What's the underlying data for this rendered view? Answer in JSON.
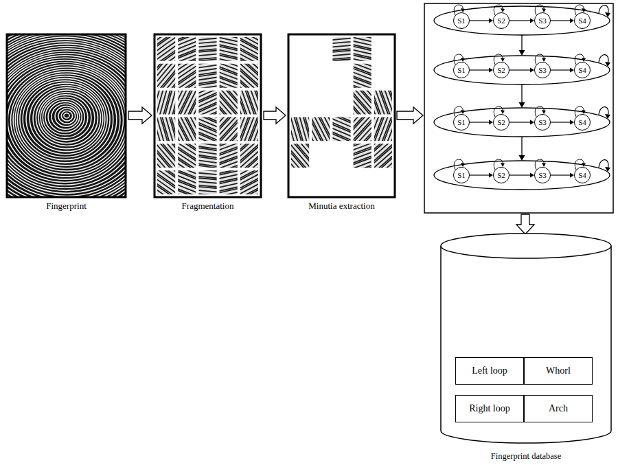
{
  "diagram": {
    "nodes": [
      {
        "text": [
          "Fingerprint"
        ]
      },
      {
        "text": [
          "Fragmentation"
        ]
      },
      {
        "text": [
          "Minutia extraction"
        ]
      },
      {
        "text": [
          "S1"
        ]
      },
      {
        "text": [
          "S2"
        ]
      },
      {
        "text": [
          "S3"
        ]
      },
      {
        "text": [
          "S4"
        ]
      },
      {
        "text": [
          "S1"
        ]
      },
      {
        "text": [
          "S2"
        ]
      },
      {
        "text": [
          "S3"
        ]
      },
      {
        "text": [
          "S4"
        ]
      },
      {
        "text": [
          "S1"
        ]
      },
      {
        "text": [
          "S2"
        ]
      },
      {
        "text": [
          "S3"
        ]
      },
      {
        "text": [
          "S4"
        ]
      },
      {
        "text": [
          "S1"
        ]
      },
      {
        "text": [
          "S2"
        ]
      },
      {
        "text": [
          "S3"
        ]
      },
      {
        "text": [
          "S4"
        ]
      },
      {
        "text": [
          "Fingerprint database"
        ]
      },
      {
        "text": [
          "Left loop"
        ],
        "in": 19
      },
      {
        "text": [
          "Whorl"
        ],
        "in": 19
      },
      {
        "text": [
          "Right loop"
        ],
        "in": 19
      },
      {
        "text": [
          "Arch"
        ],
        "in": 19
      }
    ],
    "edges": [
      {
        "from": 0,
        "to": 1,
        "arrow": "to"
      },
      {
        "from": 1,
        "to": 2,
        "arrow": "to"
      },
      {
        "from": 3,
        "to": 4,
        "arrow": "to"
      },
      {
        "from": 4,
        "to": 5,
        "arrow": "to"
      },
      {
        "from": 5,
        "to": 6,
        "arrow": "to"
      },
      {
        "from": 7,
        "to": 8,
        "arrow": "to"
      },
      {
        "from": 8,
        "to": 9,
        "arrow": "to"
      },
      {
        "from": 9,
        "to": 10,
        "arrow": "to"
      },
      {
        "from": 11,
        "to": 12,
        "arrow": "to"
      },
      {
        "from": 12,
        "to": 13,
        "arrow": "to"
      },
      {
        "from": 13,
        "to": 14,
        "arrow": "to"
      },
      {
        "from": 15,
        "to": 16,
        "arrow": "to"
      },
      {
        "from": 16,
        "to": 17,
        "arrow": "to"
      },
      {
        "from": 17,
        "to": 18,
        "arrow": "to"
      }
    ]
  }
}
